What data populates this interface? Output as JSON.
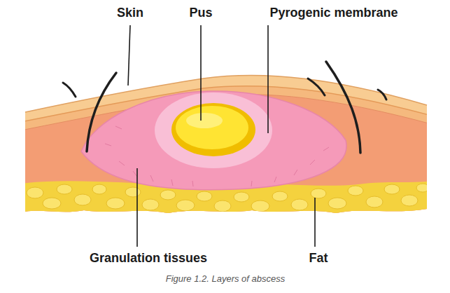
{
  "diagram": {
    "caption": "Figure 1.2. Layers of abscess",
    "labels": [
      "Skin",
      "Pus",
      "Pyrogenic membrane",
      "Granulation tissues",
      "Fat"
    ]
  }
}
